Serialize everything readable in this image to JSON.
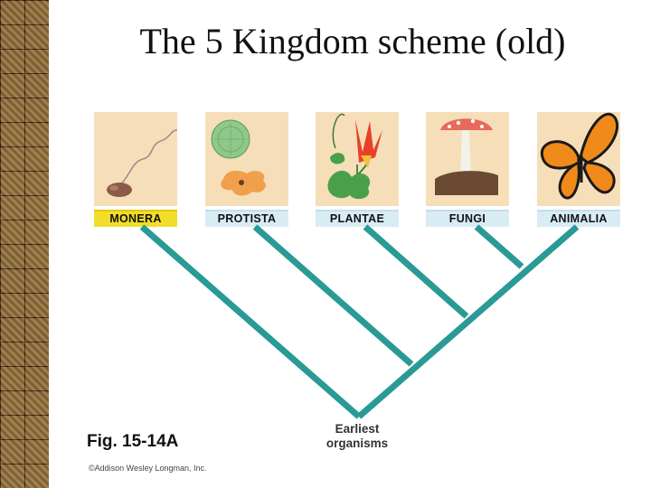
{
  "title": "The 5 Kingdom scheme (old)",
  "kingdoms": [
    {
      "label": "MONERA",
      "icon": "bacterium-icon"
    },
    {
      "label": "PROTISTA",
      "icon": "protist-icon"
    },
    {
      "label": "PLANTAE",
      "icon": "flower-plant-icon"
    },
    {
      "label": "FUNGI",
      "icon": "mushroom-icon"
    },
    {
      "label": "ANIMALIA",
      "icon": "butterfly-icon"
    }
  ],
  "root_label_line1": "Earliest",
  "root_label_line2": "organisms",
  "figure_caption": "Fig. 15-14A",
  "copyright": "©Addison Wesley Longman, Inc.",
  "colors": {
    "tree": "#2a9a96",
    "panel": "#f6dfb8",
    "label": "#d8ecf4",
    "label_highlight": "#f2de2a"
  }
}
